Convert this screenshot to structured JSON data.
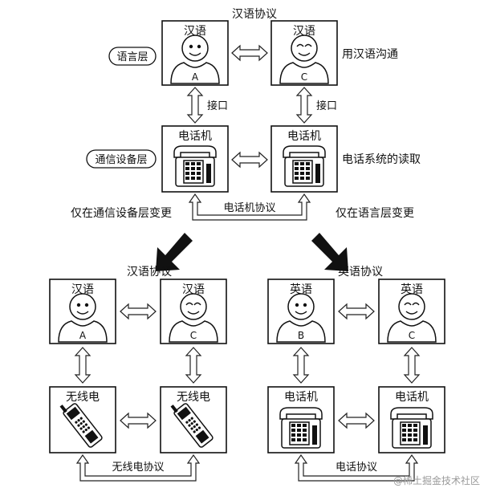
{
  "top": {
    "protocol_label": "汉语协议",
    "layer_language": "语言层",
    "layer_comm": "通信设备层",
    "person_a": {
      "lang": "汉语",
      "letter": "A"
    },
    "person_c": {
      "lang": "汉语",
      "letter": "C"
    },
    "note_language": "用汉语沟通",
    "interface_left": "接口",
    "interface_right": "接口",
    "device_left": "电话机",
    "device_right": "电话机",
    "note_device": "电话系统的读取",
    "device_protocol": "电话机协议",
    "change_left": "仅在通信设备层变更",
    "change_right": "仅在语言层变更"
  },
  "bottom_left": {
    "protocol_label": "汉语协议",
    "person_a": {
      "lang": "汉语",
      "letter": "A"
    },
    "person_c": {
      "lang": "汉语",
      "letter": "C"
    },
    "device_left": "无线电",
    "device_right": "无线电",
    "device_protocol": "无线电协议"
  },
  "bottom_right": {
    "protocol_label": "英语协议",
    "person_b": {
      "lang": "英语",
      "letter": "B"
    },
    "person_c": {
      "lang": "英语",
      "letter": "C"
    },
    "device_left": "电话机",
    "device_right": "电话机",
    "device_protocol": "电话协议"
  },
  "watermark": "@稀土掘金技术社区"
}
